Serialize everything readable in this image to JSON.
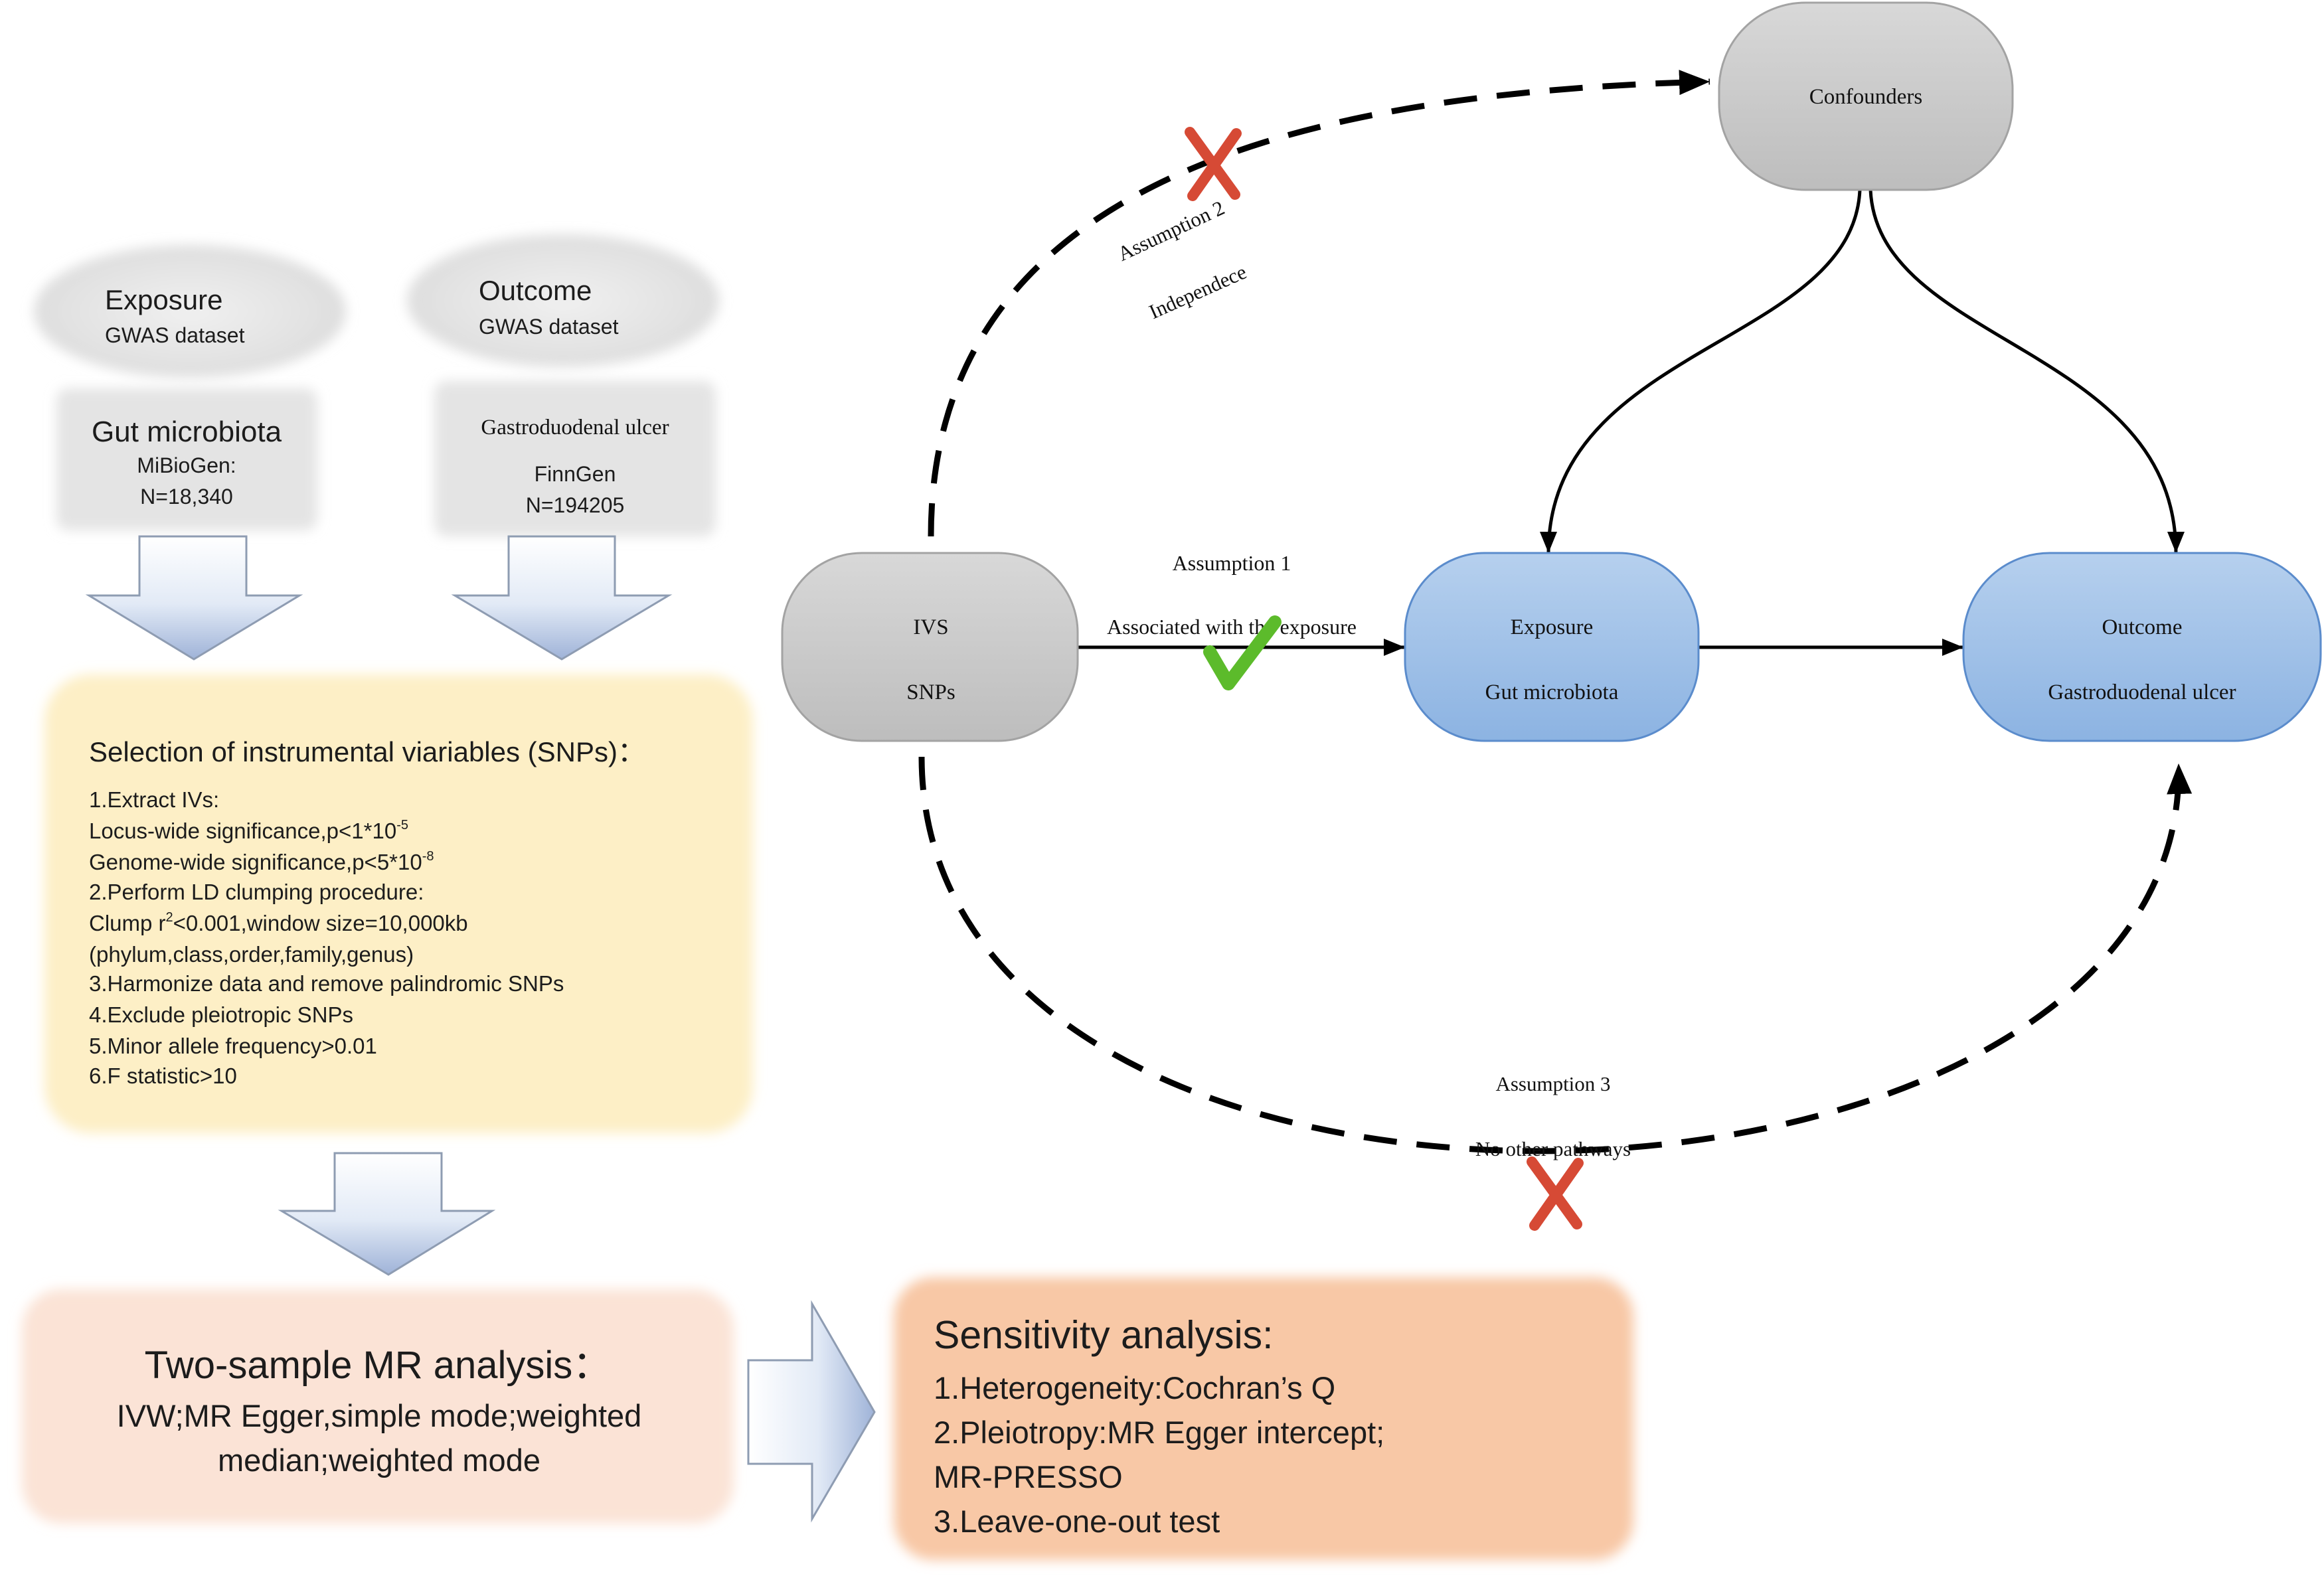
{
  "left_panel": {
    "exposure_dataset": {
      "title": "Exposure",
      "subtitle": "GWAS dataset"
    },
    "outcome_dataset": {
      "title": "Outcome",
      "subtitle": "GWAS dataset"
    },
    "exposure_source": {
      "title": "Gut microbiota",
      "consortium": "MiBioGen:",
      "sample_size": "N=18,340"
    },
    "outcome_source": {
      "title": "Gastroduodenal ulcer",
      "consortium": "FinnGen",
      "sample_size": "N=194205"
    },
    "iv_selection": {
      "title": "Selection of instrumental viariables (SNPs)：",
      "lines": [
        "1.Extract IVs:",
        {
          "text": "Locus-wide significance,p<1*10",
          "sup": "-5"
        },
        {
          "text": "Genome-wide significance,p<5*10",
          "sup": "-8"
        },
        "2.Perform LD clumping procedure:",
        {
          "text": "Clump r",
          "sup": "2",
          "post": "<0.001,window size=10,000kb"
        },
        "(phylum,class,order,family,genus)",
        "3.Harmonize data and remove palindromic SNPs",
        "4.Exclude pleiotropic SNPs",
        "5.Minor allele frequency>0.01",
        "6.F statistic>10"
      ]
    },
    "mr_analysis": {
      "title": "Two-sample MR analysis：",
      "lines": [
        "IVW;MR Egger,simple mode;weighted",
        "median;weighted mode"
      ]
    },
    "sensitivity_analysis": {
      "title": "Sensitivity analysis:",
      "lines": [
        "1.Heterogeneity:Cochran’s Q",
        "2.Pleiotropy:MR Egger intercept;",
        "MR-PRESSO",
        "3.Leave-one-out test"
      ]
    }
  },
  "dag": {
    "confounders": "Confounders",
    "ivs": {
      "line1": "IVS",
      "line2": "SNPs"
    },
    "exposure": {
      "line1": "Exposure",
      "line2": "Gut microbiota"
    },
    "outcome": {
      "line1": "Outcome",
      "line2": "Gastroduodenal ulcer"
    },
    "assumptions": [
      {
        "title": "Assumption 1",
        "label": "Associated with the exposure",
        "status_icon": "check-icon"
      },
      {
        "title": "Assumption 2",
        "label": "Independece",
        "status_icon": "cross-icon"
      },
      {
        "title": "Assumption 3",
        "label": "No other pathways",
        "status_icon": "cross-icon"
      }
    ]
  },
  "icons": {
    "flow_arrow": "block-arrow-icon",
    "satisfied": "check-icon",
    "violated": "cross-icon"
  },
  "colors": {
    "iv_selection_box": "#fdefc6",
    "mr_analysis_box": "#fbe3d6",
    "sensitivity_box": "#f8c8a6",
    "dataset_shape": "#e4e4e4",
    "gray_node": "#c9c9c9",
    "blue_node": "#9dc0e9",
    "check_mark": "#5cbb2b",
    "cross_mark": "#d64a35",
    "arrow": "#000000"
  }
}
